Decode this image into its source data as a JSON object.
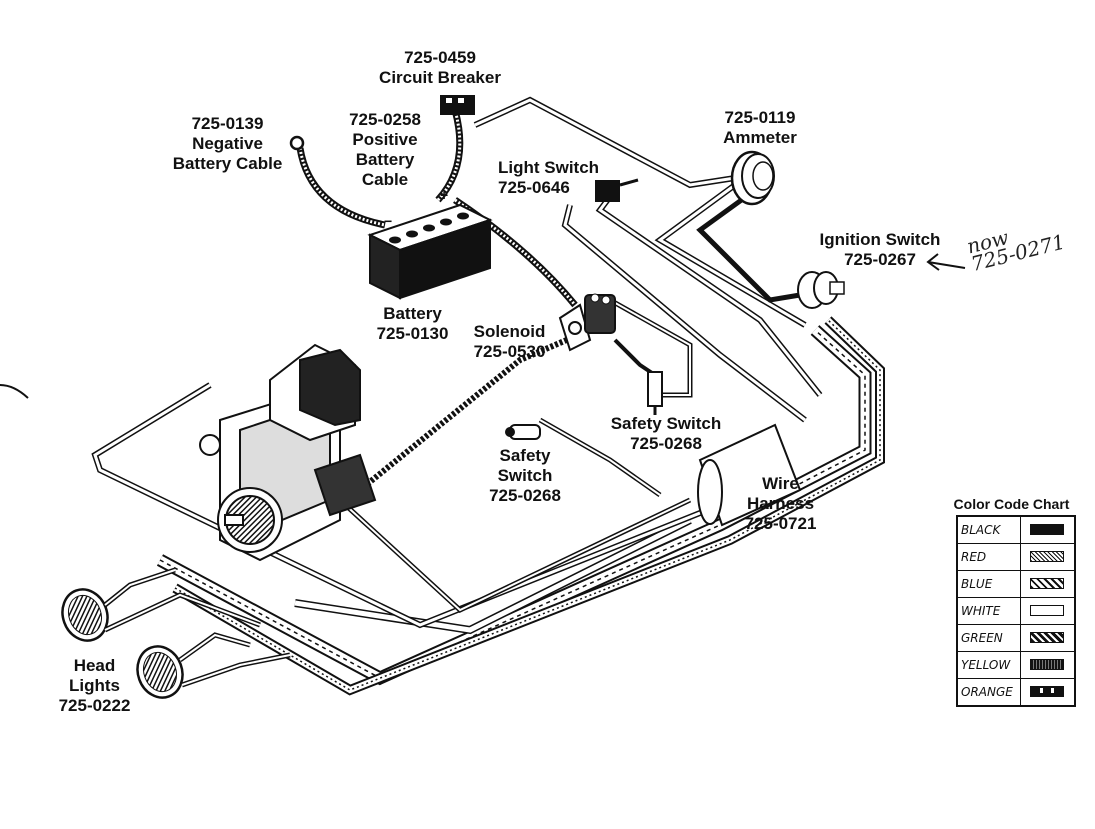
{
  "diagram": {
    "labels": {
      "circuit_breaker": {
        "part": "725-0459",
        "name": "Circuit Breaker"
      },
      "negative_cable": {
        "part": "725-0139",
        "name1": "Negative",
        "name2": "Battery Cable"
      },
      "positive_cable": {
        "part": "725-0258",
        "name1": "Positive",
        "name2": "Battery",
        "name3": "Cable"
      },
      "light_switch": {
        "name": "Light Switch",
        "part": "725-0646"
      },
      "ammeter": {
        "part": "725-0119",
        "name": "Ammeter"
      },
      "ignition_switch": {
        "name": "Ignition Switch",
        "part": "725-0267"
      },
      "battery": {
        "name": "Battery",
        "part": "725-0130"
      },
      "solenoid": {
        "name": "Solenoid",
        "part": "725-0530"
      },
      "safety_switch_right": {
        "name": "Safety Switch",
        "part": "725-0268"
      },
      "safety_switch_left": {
        "name1": "Safety",
        "name2": "Switch",
        "part": "725-0268"
      },
      "wire_harness": {
        "name1": "Wire",
        "name2": "Harness",
        "part": "725-0721"
      },
      "head_lights": {
        "name1": "Head",
        "name2": "Lights",
        "part": "725-0222"
      }
    },
    "handwritten_note": {
      "line1": "now",
      "line2": "725-0271"
    },
    "battery_terminals": {
      "neg": "−",
      "pos": "+"
    }
  },
  "legend": {
    "title": "Color Code Chart",
    "rows": [
      {
        "name": "BLACK",
        "pattern": "solid-black"
      },
      {
        "name": "RED",
        "pattern": "fine-hatch"
      },
      {
        "name": "BLUE",
        "pattern": "medium-hatch"
      },
      {
        "name": "WHITE",
        "pattern": "open"
      },
      {
        "name": "GREEN",
        "pattern": "heavy-hatch"
      },
      {
        "name": "YELLOW",
        "pattern": "stipple"
      },
      {
        "name": "ORANGE",
        "pattern": "black-with-gaps"
      }
    ]
  }
}
